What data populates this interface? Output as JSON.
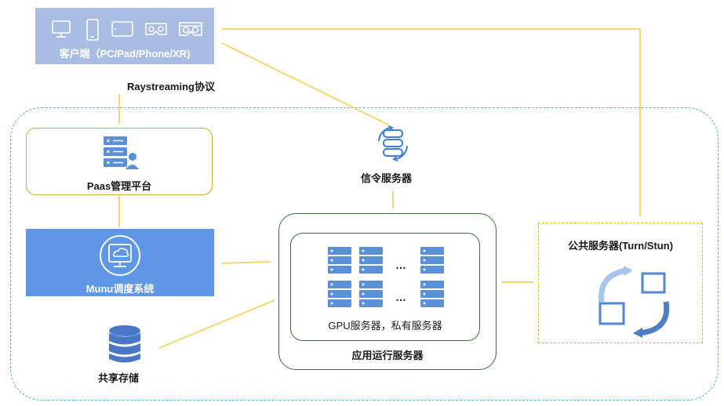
{
  "client": {
    "title": "客户端（PC/Pad/Phone/XR)",
    "devices": [
      "desktop-icon",
      "phone-icon",
      "tablet-icon",
      "vr-headset-icon",
      "xr-glasses-icon"
    ]
  },
  "protocol_label": "Raystreaming协议",
  "paas": {
    "label": "Paas管理平台"
  },
  "munu": {
    "label": "Munu调度系统"
  },
  "storage": {
    "label": "共享存储"
  },
  "signaling": {
    "label": "信令服务器"
  },
  "app_servers": {
    "label": "应用运行服务器",
    "inner_label": "GPU服务器，私有服务器",
    "ellipsis": "…"
  },
  "public_server": {
    "label": "公共服务器(Turn/Stun)"
  },
  "colors": {
    "connector": "#f5d76e",
    "client_bg": "#a9bde3",
    "munu_bg": "#6096e6",
    "region_border": "#4db3dd",
    "server_blue": "#5b8fd6",
    "green_border": "#3f6b3f",
    "gold_border": "#cfa93c"
  }
}
